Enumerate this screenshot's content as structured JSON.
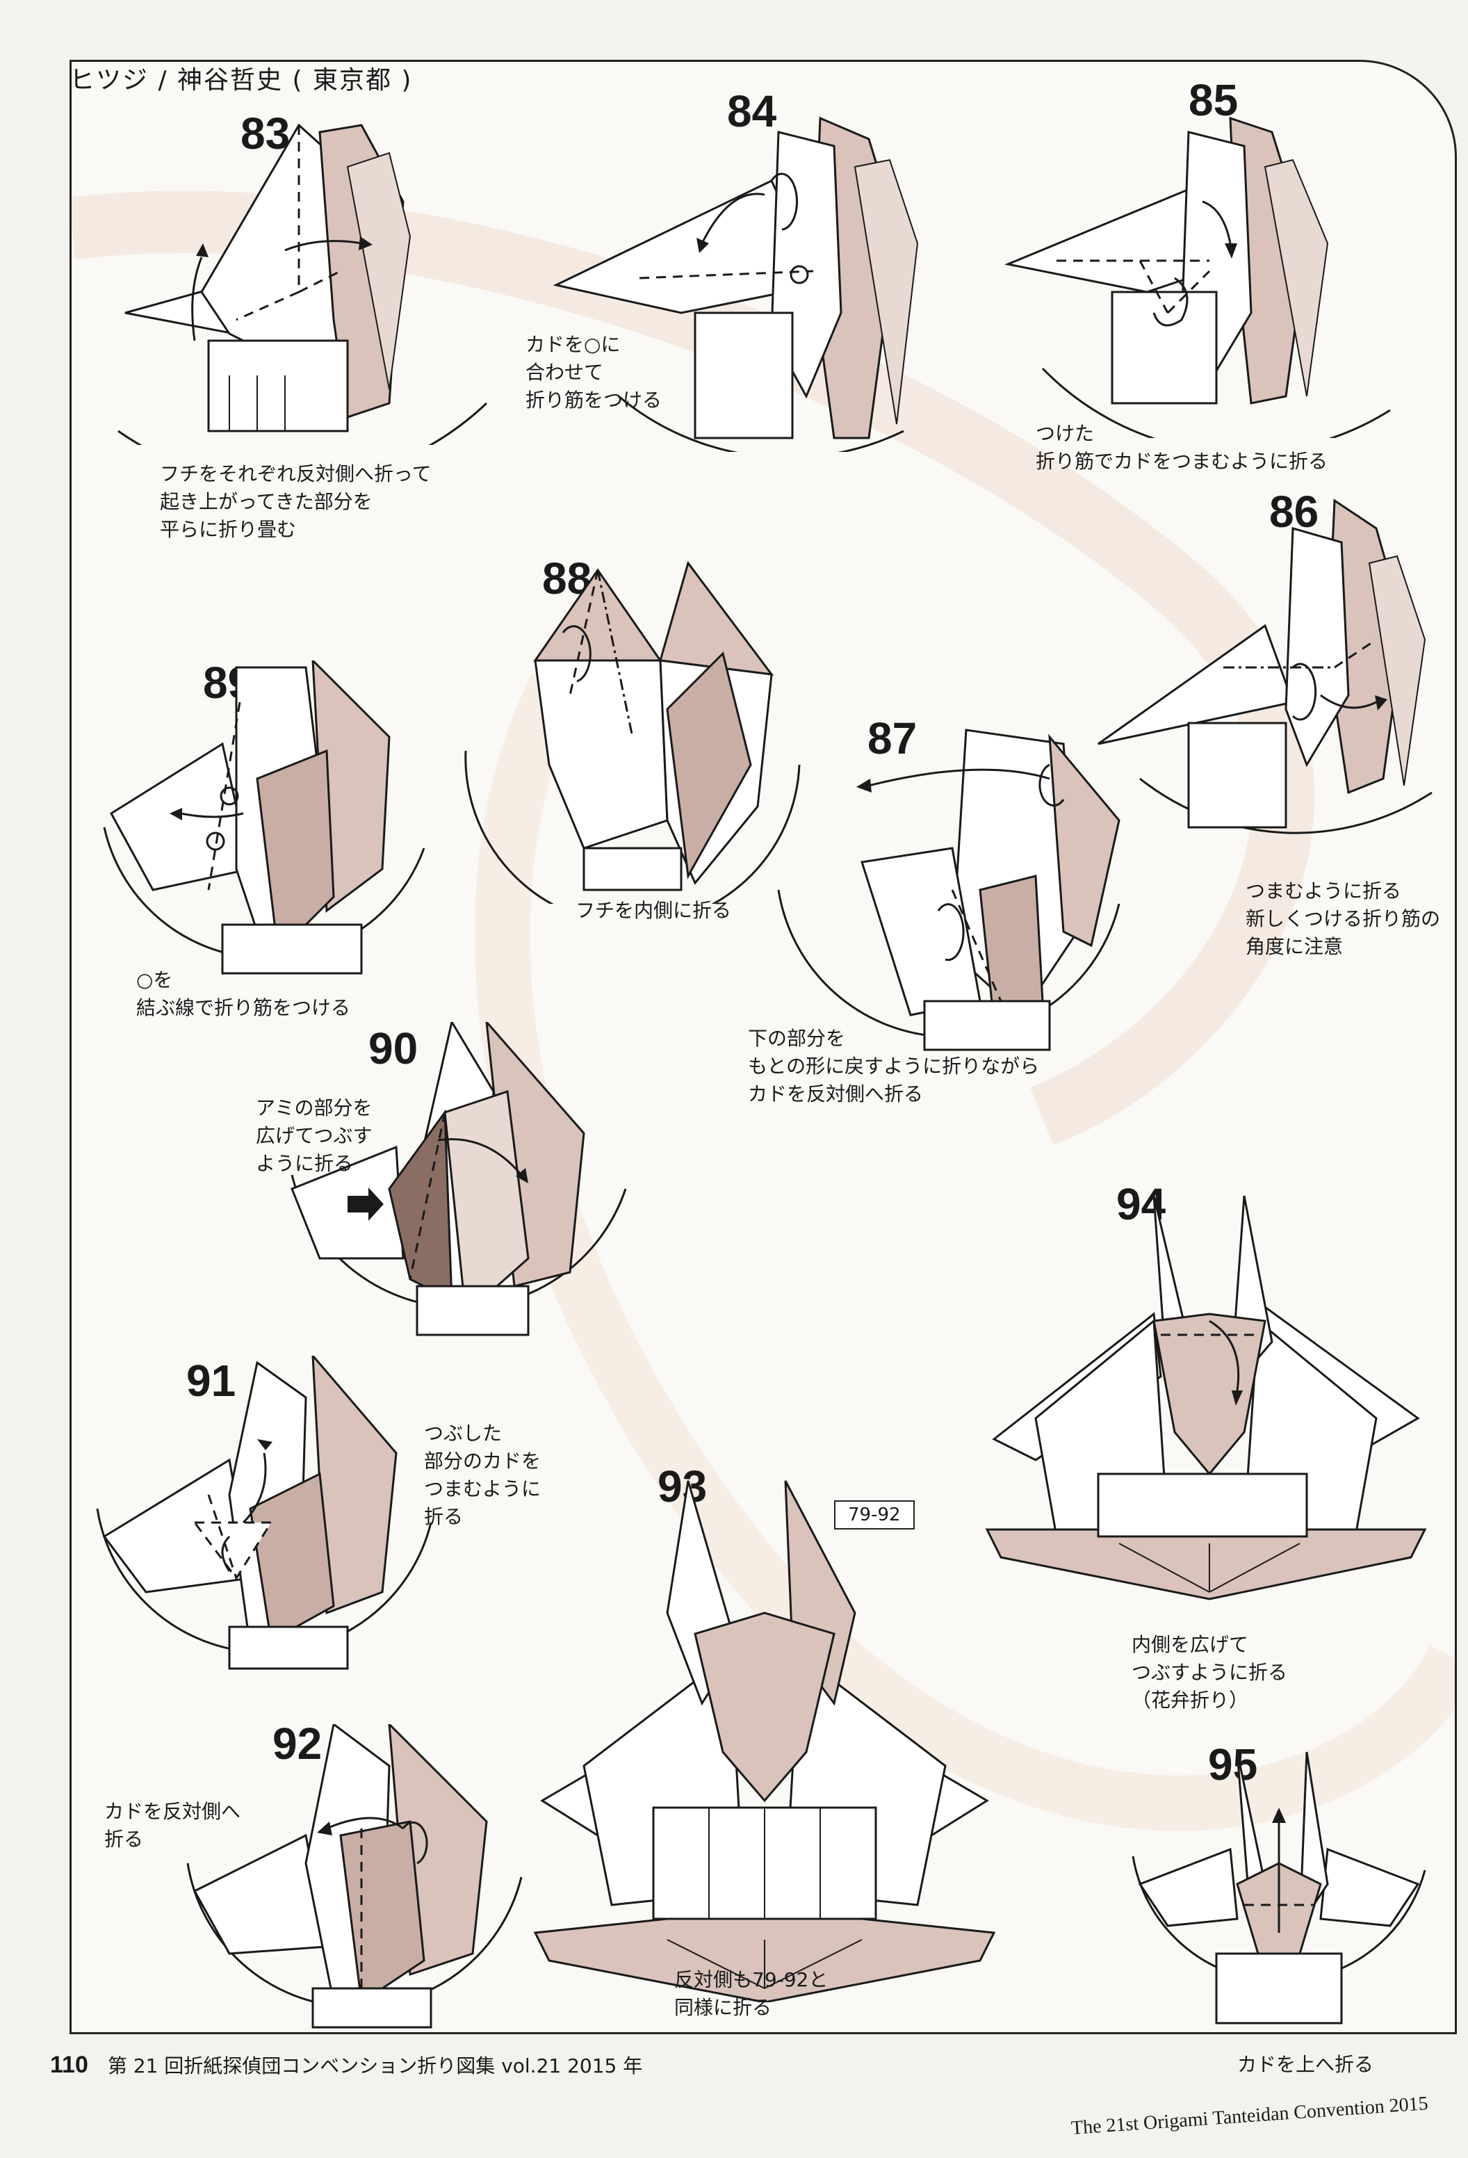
{
  "header": {
    "title": "ヒツジ / 神谷哲史 ( 東京都 )"
  },
  "steps": {
    "s83": {
      "number": "83",
      "note": "フチをそれぞれ反対側へ折って\n起き上がってきた部分を\n平らに折り畳む"
    },
    "s84": {
      "number": "84",
      "note": "カドを○に\n合わせて\n折り筋をつける"
    },
    "s85": {
      "number": "85",
      "note": "つけた\n折り筋でカドをつまむように折る"
    },
    "s86": {
      "number": "86",
      "note": "つまむように折る\n新しくつける折り筋の\n角度に注意"
    },
    "s87": {
      "number": "87",
      "note": "下の部分を\nもとの形に戻すように折りながら\nカドを反対側へ折る"
    },
    "s88": {
      "number": "88",
      "note": "フチを内側に折る"
    },
    "s89": {
      "number": "89",
      "note": "○を\n結ぶ線で折り筋をつける"
    },
    "s90": {
      "number": "90",
      "note": "アミの部分を\n広げてつぶす\nように折る"
    },
    "s91": {
      "number": "91",
      "note": "つぶした\n部分のカドを\nつまむように\n折る"
    },
    "s92": {
      "number": "92",
      "note": "カドを反対側へ\n折る"
    },
    "s93": {
      "number": "93",
      "note": "反対側も79-92と\n同様に折る",
      "tag": "79-92"
    },
    "s94": {
      "number": "94",
      "note": "内側を広げて\nつぶすように折る\n（花弁折り）"
    },
    "s95": {
      "number": "95",
      "note": "カドを上へ折る"
    }
  },
  "footer": {
    "page_number": "110",
    "publication": "第 21 回折紙探偵団コンベンション折り図集 vol.21 2015 年",
    "english": "The 21st Origami Tanteidan Convention 2015"
  },
  "colors": {
    "paper_shade": "#d9c3bb",
    "dark_shade": "#8a6e63",
    "line": "#1a1a1a",
    "swirl": "#f3e6dc"
  }
}
